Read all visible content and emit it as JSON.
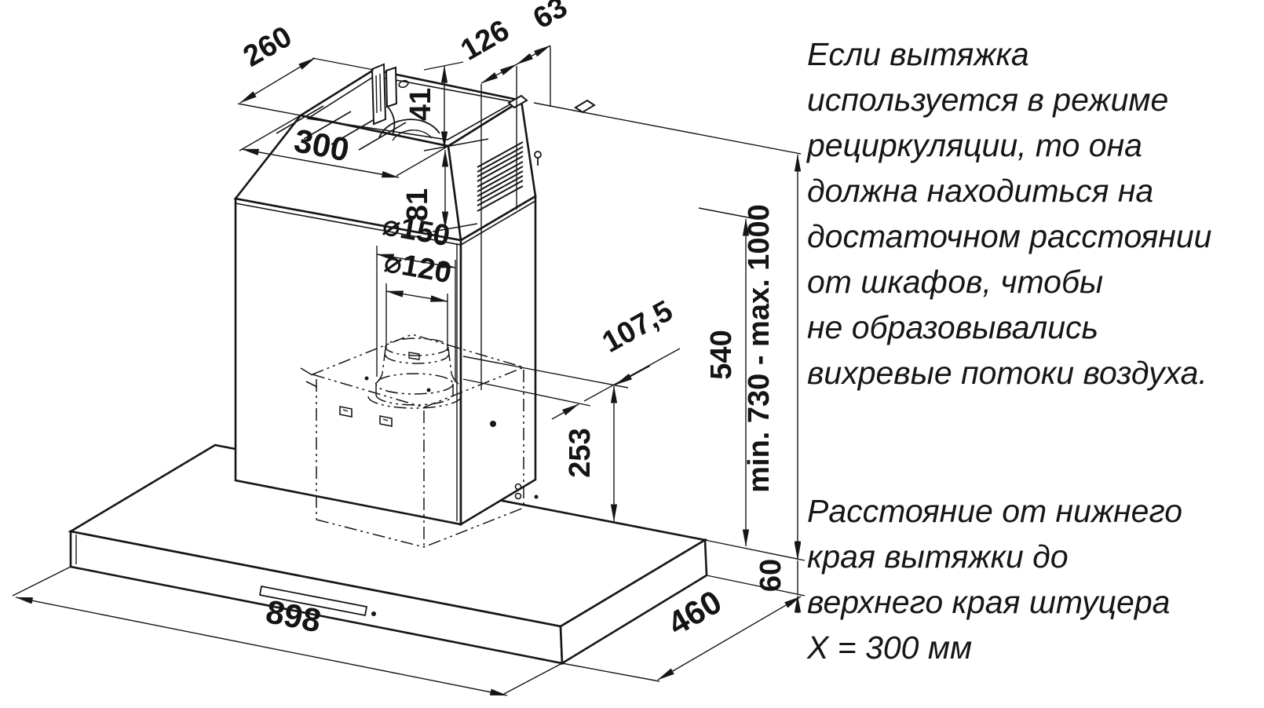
{
  "drawing": {
    "title_hint": "cooker-hood-installation-dimensions",
    "colors": {
      "line": "#161616",
      "background": "#ffffff",
      "text": "#141414"
    },
    "dims": {
      "top_depth": "260",
      "duct_offset_back": "126",
      "duct_offset_edge": "63",
      "bracket_height": "41",
      "top_opening_width": "300",
      "upper_section_height": "81",
      "duct_diameter_outer": "⌀150",
      "duct_diameter_inner": "⌀120",
      "duct_center_offset": "107,5",
      "chimney_height": "540",
      "mounting_height_range": "min. 730 - max. 1000",
      "canopy_thickness": "60",
      "spigot_top_height": "253",
      "canopy_width": "898",
      "canopy_depth": "460"
    },
    "notes": {
      "recirculation": [
        "Если вытяжка",
        "используется в режиме",
        "рециркуляции, то она",
        "должна находиться на",
        "достаточном расстоянии",
        "от шкафов, чтобы",
        "не образовывались",
        "вихревые потоки воздуха."
      ],
      "spigot_distance": [
        "Расстояние от нижнего",
        "края вытяжки до",
        "верхнего края штуцера",
        "X = 300 мм"
      ]
    }
  }
}
